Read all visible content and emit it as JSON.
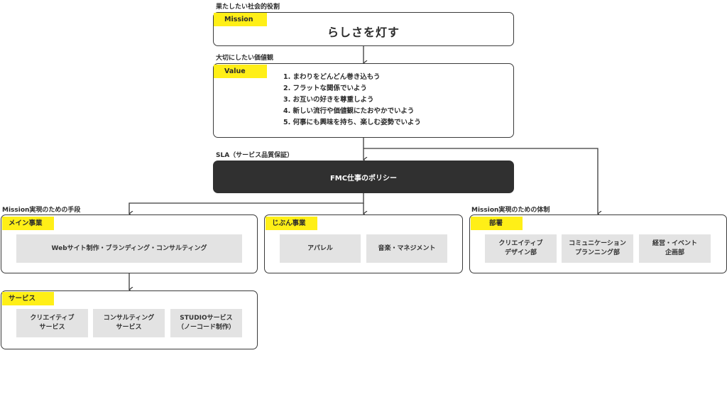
{
  "mission_section": {
    "heading": "果たしたい社会的役割",
    "tag": "Mission",
    "text": "らしさを灯す"
  },
  "value_section": {
    "heading": "大切にしたい価値観",
    "tag": "Value",
    "items": [
      "1. まわりをどんどん巻き込もう",
      "2. フラットな関係でいよう",
      "3. お互いの好きを尊重しよう",
      "4. 新しい流行や価値観にたおやかでいよう",
      "5. 何事にも興味を持ち、楽しむ姿勢でいよう"
    ]
  },
  "policy_section": {
    "heading": "SLA（サービス品質保証）",
    "text": "FMC仕事のポリシー"
  },
  "means_section": {
    "heading": "Mission実現のための手段"
  },
  "system_section": {
    "heading": "Mission実現のための体制"
  },
  "main_business": {
    "tag": "メイン事業",
    "items": [
      "Webサイト制作・ブランディング・コンサルティング"
    ]
  },
  "jibun_business": {
    "tag": "じぶん事業",
    "items": [
      "アパレル",
      "音楽・マネジメント"
    ]
  },
  "departments": {
    "tag": "部署",
    "items": [
      "クリエイティブ\nデザイン部",
      "コミュニケーション\nプランニング部",
      "経営・イベント\n企画部"
    ]
  },
  "services": {
    "tag": "サービス",
    "items": [
      "クリエイティブ\nサービス",
      "コンサルティング\nサービス",
      "STUDIOサービス\n（ノーコード制作）"
    ]
  },
  "colors": {
    "accent": "#ffef17",
    "dark": "#303030",
    "card": "#e3e3e3",
    "line": "#3a3a3a"
  }
}
